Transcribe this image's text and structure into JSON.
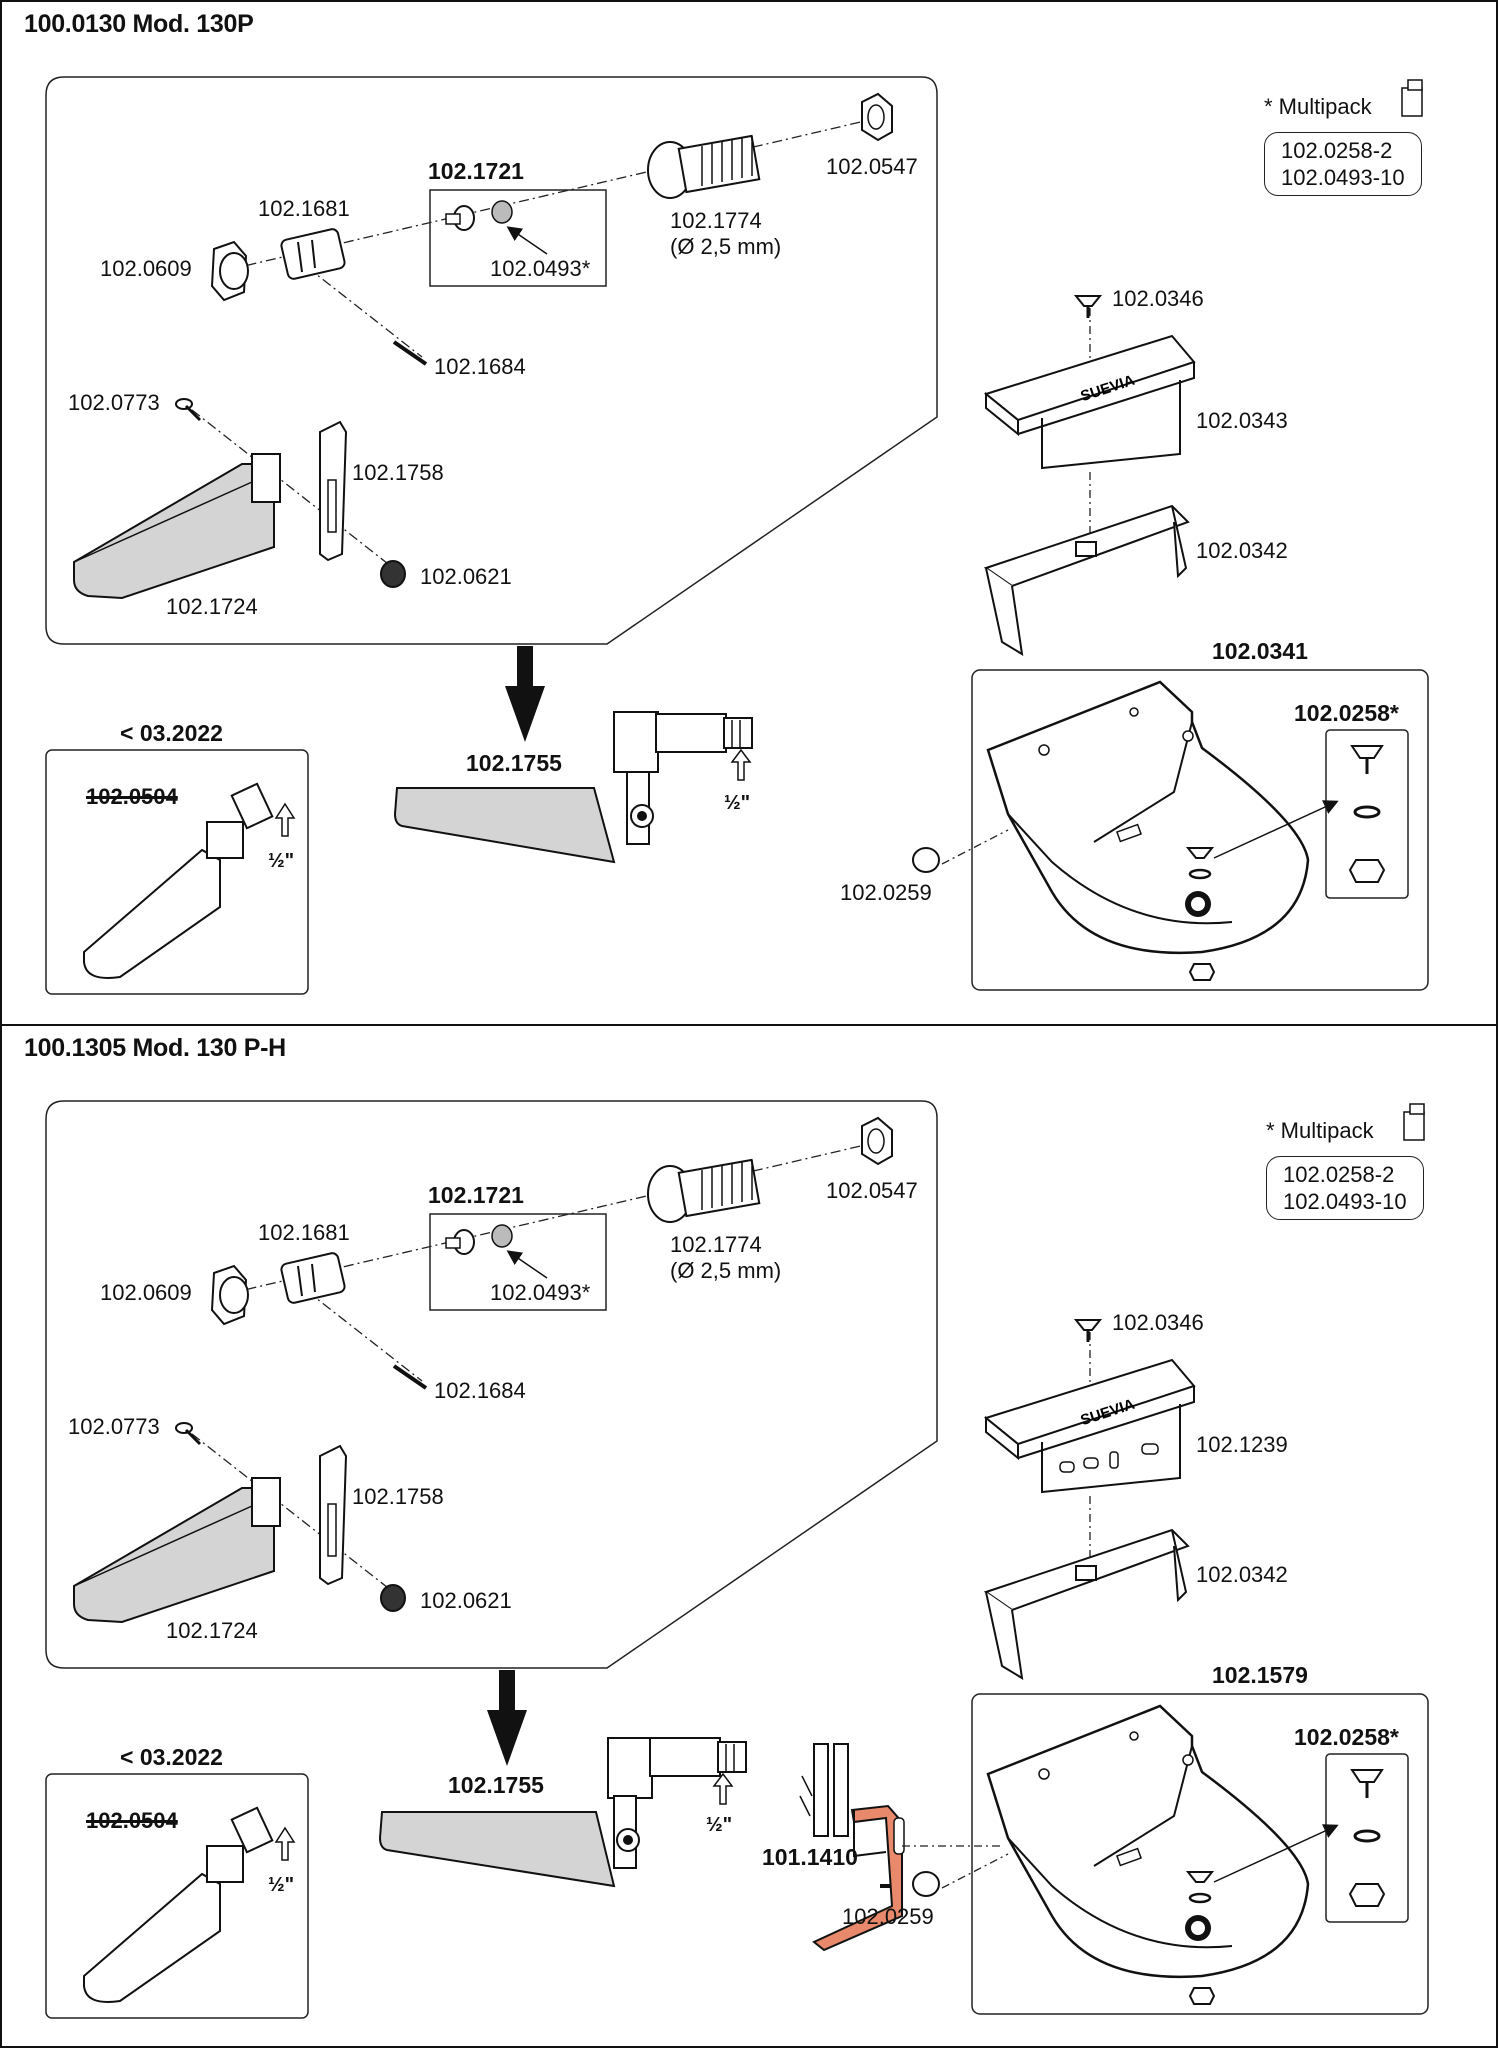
{
  "panels": [
    {
      "title": "100.0130 Mod. 130P",
      "labels": {
        "valve_set": "102.1721",
        "nut_small": "102.0609",
        "housing": "102.1681",
        "seal": "102.0493*",
        "thread": "102.1774",
        "thread_dia": "(Ø 2,5 mm)",
        "nut_end": "102.0547",
        "pin": "102.1684",
        "screw": "102.0773",
        "lever": "102.1758",
        "plug": "102.0621",
        "float": "102.1724",
        "cover_screw": "102.0346",
        "cover": "102.0343",
        "bracket": "102.0342",
        "bowl": "102.0341",
        "bowl_plug": "102.0259",
        "drain_set": "102.0258*",
        "assembly": "102.1755",
        "half_inch": "½\"",
        "old_date": "< 03.2022",
        "old_part": "102.0504",
        "old_half_inch": "½\""
      },
      "multipack": {
        "title": "* Multipack",
        "items": [
          "102.0258-2",
          "102.0493-10"
        ]
      }
    },
    {
      "title": "100.1305 Mod. 130 P-H",
      "labels": {
        "valve_set": "102.1721",
        "nut_small": "102.0609",
        "housing": "102.1681",
        "seal": "102.0493*",
        "thread": "102.1774",
        "thread_dia": "(Ø 2,5 mm)",
        "nut_end": "102.0547",
        "pin": "102.1684",
        "screw": "102.0773",
        "lever": "102.1758",
        "plug": "102.0621",
        "float": "102.1724",
        "cover_screw": "102.0346",
        "cover": "102.1239",
        "bracket": "102.0342",
        "bowl": "102.1579",
        "bowl_plug": "102.0259",
        "drain_set": "102.0258*",
        "assembly": "102.1755",
        "half_inch": "½\"",
        "old_date": "< 03.2022",
        "old_part": "102.0504",
        "old_half_inch": "½\"",
        "heater": "101.1410"
      },
      "multipack": {
        "title": "* Multipack",
        "items": [
          "102.0258-2",
          "102.0493-10"
        ]
      }
    }
  ],
  "colors": {
    "float_fill": "#d4d4d4",
    "heater_fill": "#e7896a",
    "line": "#111111"
  },
  "icons": [
    "multipack-box-icon",
    "down-arrow-icon",
    "up-arrow-icon",
    "suevia-logo"
  ]
}
